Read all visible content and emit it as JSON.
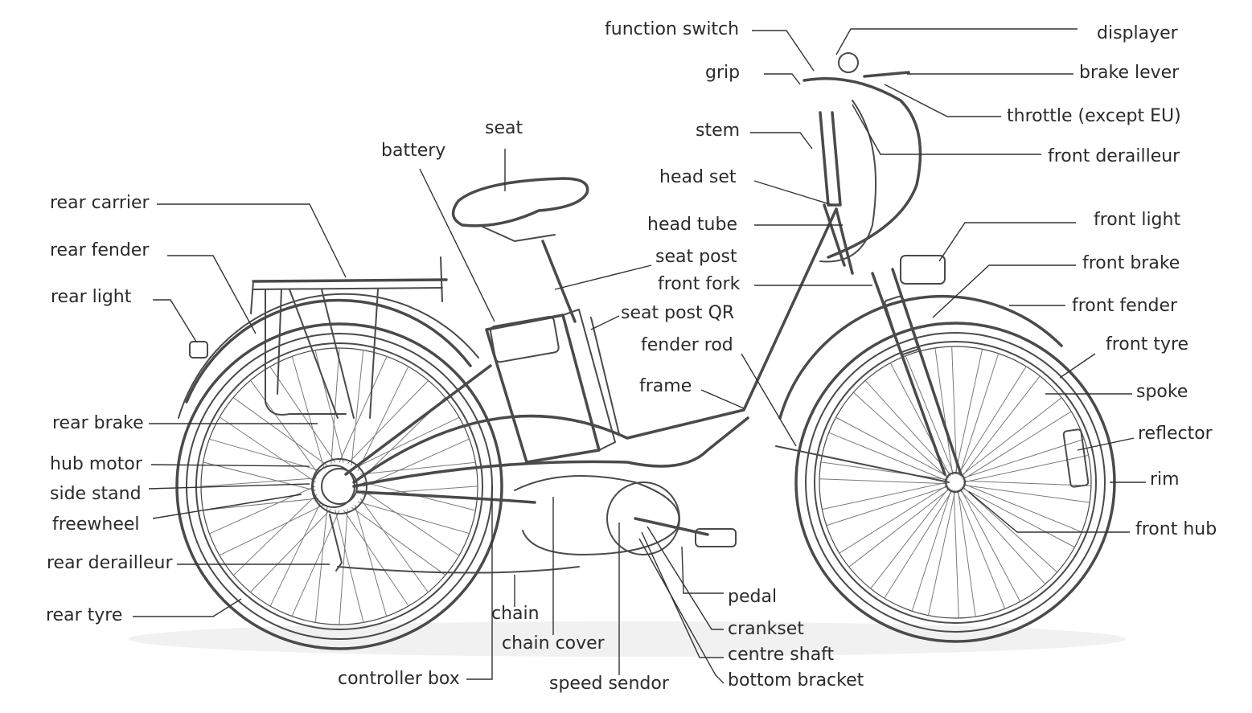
{
  "labels": {
    "function_switch": "function switch",
    "displayer": "displayer",
    "grip": "grip",
    "brake_lever": "brake lever",
    "throttle": "throttle (except EU)",
    "stem": "stem",
    "front_derailleur": "front derailleur",
    "head_set": "head set",
    "seat": "seat",
    "battery": "battery",
    "rear_carrier": "rear carrier",
    "head_tube": "head tube",
    "front_light": "front light",
    "rear_fender": "rear fender",
    "seat_post": "seat post",
    "front_brake": "front brake",
    "front_fork": "front fork",
    "rear_light": "rear light",
    "front_fender": "front fender",
    "seat_post_qr": "seat post QR",
    "fender_rod": "fender rod",
    "front_tyre": "front tyre",
    "frame": "frame",
    "spoke": "spoke",
    "rear_brake": "rear brake",
    "reflector": "reflector",
    "hub_motor": "hub motor",
    "rim": "rim",
    "side_stand": "side stand",
    "freewheel": "freewheel",
    "front_hub": "front hub",
    "rear_derailleur": "rear derailleur",
    "pedal": "pedal",
    "chain": "chain",
    "rear_tyre": "rear tyre",
    "crankset": "crankset",
    "chain_cover": "chain cover",
    "centre_shaft": "centre shaft",
    "controller_box": "controller box",
    "speed_sendor": "speed sendor",
    "bottom_bracket": "bottom bracket"
  }
}
